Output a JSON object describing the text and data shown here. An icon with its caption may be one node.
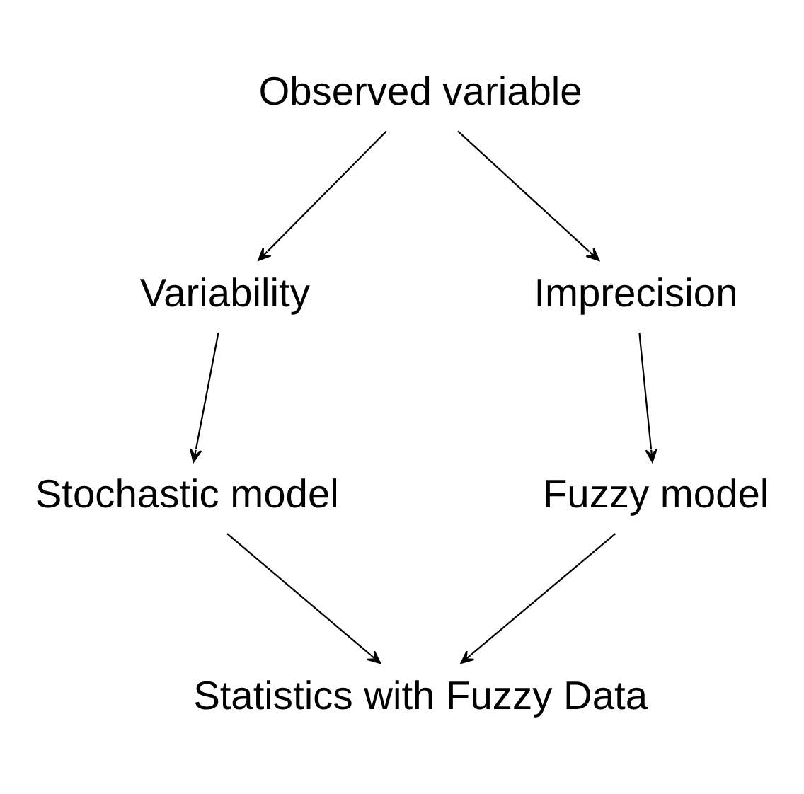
{
  "diagram": {
    "nodes": [
      {
        "text": [
          "Observed variable"
        ]
      },
      {
        "text": [
          "Variability"
        ]
      },
      {
        "text": [
          "Imprecision"
        ]
      },
      {
        "text": [
          "Stochastic model"
        ]
      },
      {
        "text": [
          "Fuzzy model"
        ]
      },
      {
        "text": [
          "Statistics with Fuzzy Data"
        ]
      }
    ],
    "edges": [
      {
        "from": 0,
        "to": 1,
        "arrow": "to"
      },
      {
        "from": 0,
        "to": 2,
        "arrow": "to"
      },
      {
        "from": 1,
        "to": 3,
        "arrow": "to"
      },
      {
        "from": 2,
        "to": 4,
        "arrow": "to"
      },
      {
        "from": 3,
        "to": 5,
        "arrow": "to"
      },
      {
        "from": 4,
        "to": 5,
        "arrow": "to"
      }
    ]
  }
}
